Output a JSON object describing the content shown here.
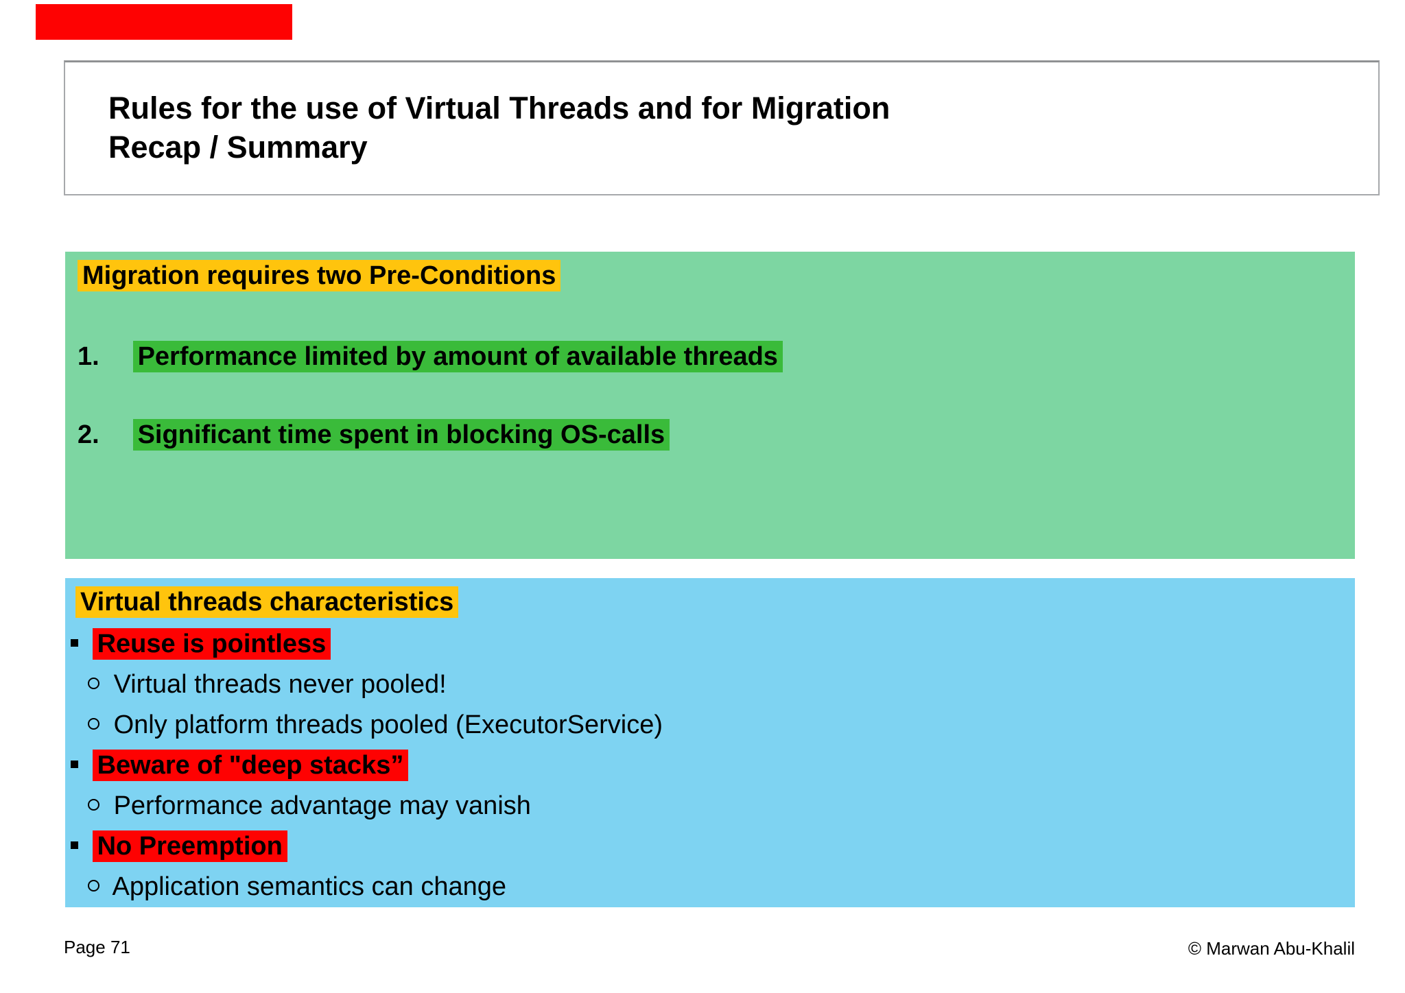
{
  "slide": {
    "title": {
      "line1": "Rules for the use of Virtual Threads and for Migration",
      "line2": "Recap / Summary"
    },
    "footer": {
      "page_label": "Page 71",
      "copyright": "© Marwan Abu-Khalil"
    }
  },
  "green_panel": {
    "heading": "Migration requires two Pre-Conditions",
    "items": [
      {
        "number": "1.",
        "text": "Performance limited by amount of available threads"
      },
      {
        "number": "2.",
        "text": "Significant time spent in blocking OS-calls"
      }
    ]
  },
  "blue_panel": {
    "heading": "Virtual threads characteristics",
    "items": [
      {
        "level": 1,
        "text": "Reuse is pointless"
      },
      {
        "level": 2,
        "text": "Virtual threads never pooled!"
      },
      {
        "level": 2,
        "text": "Only platform threads pooled (ExecutorService)"
      },
      {
        "level": 1,
        "text": "Beware of \"deep stacks”"
      },
      {
        "level": 2,
        "text": "Performance advantage may vanish"
      },
      {
        "level": 1,
        "text": "No Preemption"
      },
      {
        "level": 2,
        "text": "Application semantics can change"
      }
    ]
  },
  "colors": {
    "logo_bar": "#fe0202",
    "green_panel_bg": "#7dd6a2",
    "blue_panel_bg": "#7ed3f2",
    "yellow_highlight": "#ffc40d",
    "green_highlight": "#3abb3a",
    "red_highlight": "#fe0202",
    "title_border": "#a6a8ab",
    "text": "#000000"
  }
}
